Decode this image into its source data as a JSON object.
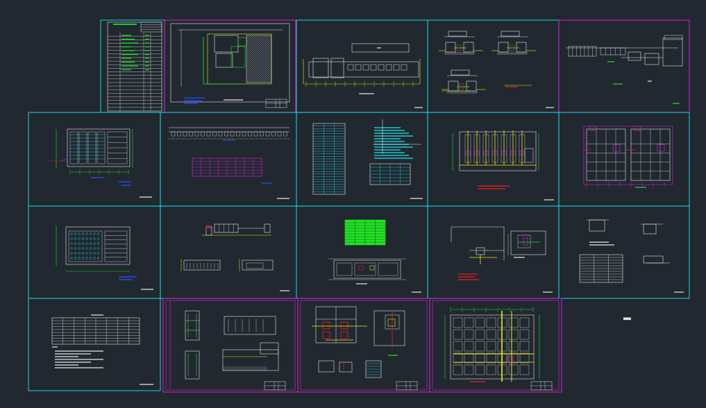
{
  "app": {
    "background": "#212830"
  },
  "colors": {
    "cyan": "#19e6f0",
    "magenta": "#e61ee6",
    "yellow": "#f0f000",
    "green": "#1ee61e",
    "white": "#e8e8e8",
    "red": "#f01e1e",
    "blue": "#2850ff",
    "dark": "#212830"
  },
  "sheets": [
    {
      "id": "s01",
      "frame": "cyan",
      "content": "table"
    },
    {
      "id": "s02",
      "frame": "magenta",
      "content": "siteplan"
    },
    {
      "id": "s03",
      "frame": "cyan",
      "content": "building-plan"
    },
    {
      "id": "s04",
      "frame": "cyan",
      "content": "section-details"
    },
    {
      "id": "s05",
      "frame": "magenta",
      "content": "profile"
    },
    {
      "id": "s06",
      "frame": "cyan",
      "content": "grid-plan"
    },
    {
      "id": "s07",
      "frame": "cyan",
      "content": "elevation-table"
    },
    {
      "id": "s08",
      "frame": "cyan",
      "content": "notes-table"
    },
    {
      "id": "s09",
      "frame": "cyan",
      "content": "equipment-plan"
    },
    {
      "id": "s10",
      "frame": "cyan",
      "content": "twin-tanks"
    },
    {
      "id": "s11",
      "frame": "cyan",
      "content": "grid-plan-2"
    },
    {
      "id": "s12",
      "frame": "cyan",
      "content": "section-views"
    },
    {
      "id": "s13",
      "frame": "cyan",
      "content": "green-table"
    },
    {
      "id": "s14",
      "frame": "cyan",
      "content": "pipe-layout"
    },
    {
      "id": "s15",
      "frame": "cyan",
      "content": "detail-table"
    },
    {
      "id": "s16",
      "frame": "cyan",
      "content": "material-list"
    },
    {
      "id": "s17",
      "frame": "magenta",
      "content": "tank-sections"
    },
    {
      "id": "s18",
      "frame": "magenta",
      "content": "pump-details"
    },
    {
      "id": "s19",
      "frame": "magenta",
      "content": "filter-plan"
    }
  ],
  "stray_text": "■■■"
}
